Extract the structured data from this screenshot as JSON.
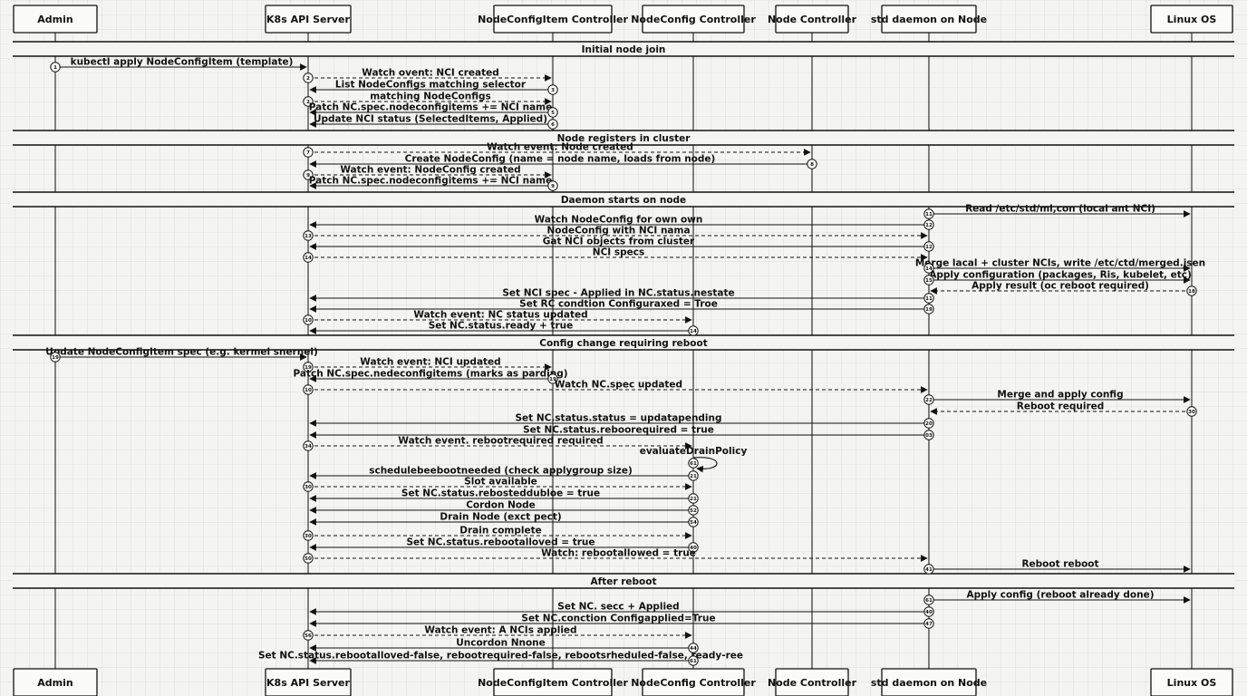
{
  "participants": [
    {
      "id": "admin",
      "label": "Admin"
    },
    {
      "id": "api",
      "label": "K8s API Server"
    },
    {
      "id": "nci",
      "label": "NodeConfigItem Controller"
    },
    {
      "id": "nc",
      "label": "NodeConfig Controller"
    },
    {
      "id": "node",
      "label": "Node Controller"
    },
    {
      "id": "daemon",
      "label": "std daemon on Node"
    },
    {
      "id": "os",
      "label": "Linux OS"
    }
  ],
  "phases": [
    {
      "label": "Initial node join"
    },
    {
      "label": "Node registers in cluster"
    },
    {
      "label": "Daemon starts on node"
    },
    {
      "label": "Config change requiring reboot"
    },
    {
      "label": "After reboot"
    }
  ],
  "messages": [
    {
      "from": "admin",
      "to": "api",
      "label": "kubectl apply NodeConfigItem (template)",
      "dashed": false,
      "badge": "1"
    },
    {
      "from": "api",
      "to": "nci",
      "label": "Watch ovent: NCI created",
      "dashed": true,
      "badge": "2"
    },
    {
      "from": "nci",
      "to": "api",
      "label": "List NodeConfigs matching selector",
      "dashed": false,
      "badge": "3"
    },
    {
      "from": "api",
      "to": "nci",
      "label": "matching NodeConfigs",
      "dashed": true,
      "badge": "2"
    },
    {
      "from": "nci",
      "to": "api",
      "label": "Patch NC.spec.nodeconfigitems += NCI name",
      "dashed": false,
      "badge": "5"
    },
    {
      "from": "nci",
      "to": "api",
      "label": "Update NCI status (SelectedItems, Applied)",
      "dashed": false,
      "badge": "6"
    },
    {
      "from": "api",
      "to": "node",
      "label": "Watch event: Node created",
      "dashed": true,
      "badge": "7"
    },
    {
      "from": "node",
      "to": "api",
      "label": "Create NodeConfig (name = node name, loads from node)",
      "dashed": false,
      "badge": "8"
    },
    {
      "from": "api",
      "to": "nci",
      "label": "Watch event: NodeConfig created",
      "dashed": true,
      "badge": "9"
    },
    {
      "from": "nci",
      "to": "api",
      "label": "Patch NC.spec.nodeconfigitems += NCI name",
      "dashed": false,
      "badge": "9"
    },
    {
      "from": "daemon",
      "to": "os",
      "label": "Read /etc/std/ml,con (local ant NCI)",
      "dashed": false,
      "badge": "11"
    },
    {
      "from": "daemon",
      "to": "api",
      "label": "Watch NodeConfig for own own",
      "dashed": false,
      "badge": "12"
    },
    {
      "from": "api",
      "to": "daemon",
      "label": "NodeConfig with NCI nama",
      "dashed": true,
      "badge": "13"
    },
    {
      "from": "daemon",
      "to": "api",
      "label": "Gat NCI objects from cluster",
      "dashed": false,
      "badge": "12"
    },
    {
      "from": "api",
      "to": "daemon",
      "label": "NCI specs",
      "dashed": true,
      "badge": "14"
    },
    {
      "from": "daemon",
      "to": "os",
      "label": "Merge lacal + cluster NCIs, write /etc/ctd/merged.jsen",
      "dashed": false,
      "badge": "14"
    },
    {
      "from": "daemon",
      "to": "os",
      "label": "Apply configuration (packages, Ris, kubelet, etc)",
      "dashed": false,
      "badge": "15"
    },
    {
      "from": "os",
      "to": "daemon",
      "label": "Apply result (oc reboot required)",
      "dashed": true,
      "badge": "18"
    },
    {
      "from": "daemon",
      "to": "api",
      "label": "Set NCI spec - Applied in NC.status.nestate",
      "dashed": false,
      "badge": "11"
    },
    {
      "from": "daemon",
      "to": "api",
      "label": "Set RC condtion Configuraxed = Troe",
      "dashed": false,
      "badge": "19"
    },
    {
      "from": "api",
      "to": "nc",
      "label": "Watch event: NC status updated",
      "dashed": true,
      "badge": "10"
    },
    {
      "from": "nc",
      "to": "api",
      "label": "Set NC.status.ready + true",
      "dashed": false,
      "badge": "14"
    },
    {
      "from": "admin",
      "to": "api",
      "label": "Update NodeConfigItem spec (e.g. kermel snernel)",
      "dashed": false,
      "badge": "19"
    },
    {
      "from": "api",
      "to": "nci",
      "label": "Watch event: NCI updated",
      "dashed": true,
      "badge": "19"
    },
    {
      "from": "nci",
      "to": "api",
      "label": "Patch NC.spec.nedeconfigitems (marks as parding)",
      "dashed": false,
      "badge": "19"
    },
    {
      "from": "api",
      "to": "daemon",
      "label": "Watch NC.spec updated",
      "dashed": true,
      "badge": "10"
    },
    {
      "from": "daemon",
      "to": "os",
      "label": "Merge and apply config",
      "dashed": false,
      "badge": "22"
    },
    {
      "from": "os",
      "to": "daemon",
      "label": "Reboot required",
      "dashed": true,
      "badge": "30"
    },
    {
      "from": "daemon",
      "to": "api",
      "label": "Set NC.status.status = updatapending",
      "dashed": false,
      "badge": "20"
    },
    {
      "from": "daemon",
      "to": "api",
      "label": "Set NC.status.reboorequired = true",
      "dashed": false,
      "badge": "03"
    },
    {
      "from": "api",
      "to": "nc",
      "label": "Watch event. rebootrequired required",
      "dashed": true,
      "badge": "34"
    },
    {
      "from": "nc",
      "to": "nc",
      "label": "evaluateDrainPolicy",
      "dashed": false,
      "badge": "61",
      "self": true
    },
    {
      "from": "nc",
      "to": "api",
      "label": "schedulebeebootneeded (check applygroup size)",
      "dashed": false,
      "badge": "21"
    },
    {
      "from": "api",
      "to": "nc",
      "label": "Slot available",
      "dashed": true,
      "badge": "30"
    },
    {
      "from": "nc",
      "to": "api",
      "label": "Set NC.status.rebosteddubloe = true",
      "dashed": false,
      "badge": "21"
    },
    {
      "from": "nc",
      "to": "api",
      "label": "Cordon Node",
      "dashed": false,
      "badge": "52"
    },
    {
      "from": "nc",
      "to": "api",
      "label": "Drain Node (exct pect)",
      "dashed": false,
      "badge": "54"
    },
    {
      "from": "api",
      "to": "nc",
      "label": "Drain complete",
      "dashed": true,
      "badge": "30"
    },
    {
      "from": "nc",
      "to": "api",
      "label": "Set NC.status.rebootalloved = true",
      "dashed": false,
      "badge": "40"
    },
    {
      "from": "api",
      "to": "daemon",
      "label": "Watch: rebootallowed = true",
      "dashed": true,
      "badge": "50"
    },
    {
      "from": "daemon",
      "to": "os",
      "label": "Reboot reboot",
      "dashed": false,
      "badge": "41"
    },
    {
      "from": "daemon",
      "to": "os",
      "label": "Apply config (reboot already done)",
      "dashed": false,
      "badge": "61"
    },
    {
      "from": "daemon",
      "to": "api",
      "label": "Set NC. secc + Applied",
      "dashed": false,
      "badge": "40"
    },
    {
      "from": "daemon",
      "to": "api",
      "label": "Set NC.conction Configapplied=True",
      "dashed": false,
      "badge": "47"
    },
    {
      "from": "api",
      "to": "nc",
      "label": "Watch event: A NCIs applied",
      "dashed": true,
      "badge": "56"
    },
    {
      "from": "nc",
      "to": "api",
      "label": "Uncordon Nnone",
      "dashed": false,
      "badge": "44"
    },
    {
      "from": "nc",
      "to": "api",
      "label": "Set NC.status.rebootalloved-false, rebootrequired-false, rebootsrheduled-false, ready-ree",
      "dashed": false,
      "badge": "61"
    }
  ]
}
